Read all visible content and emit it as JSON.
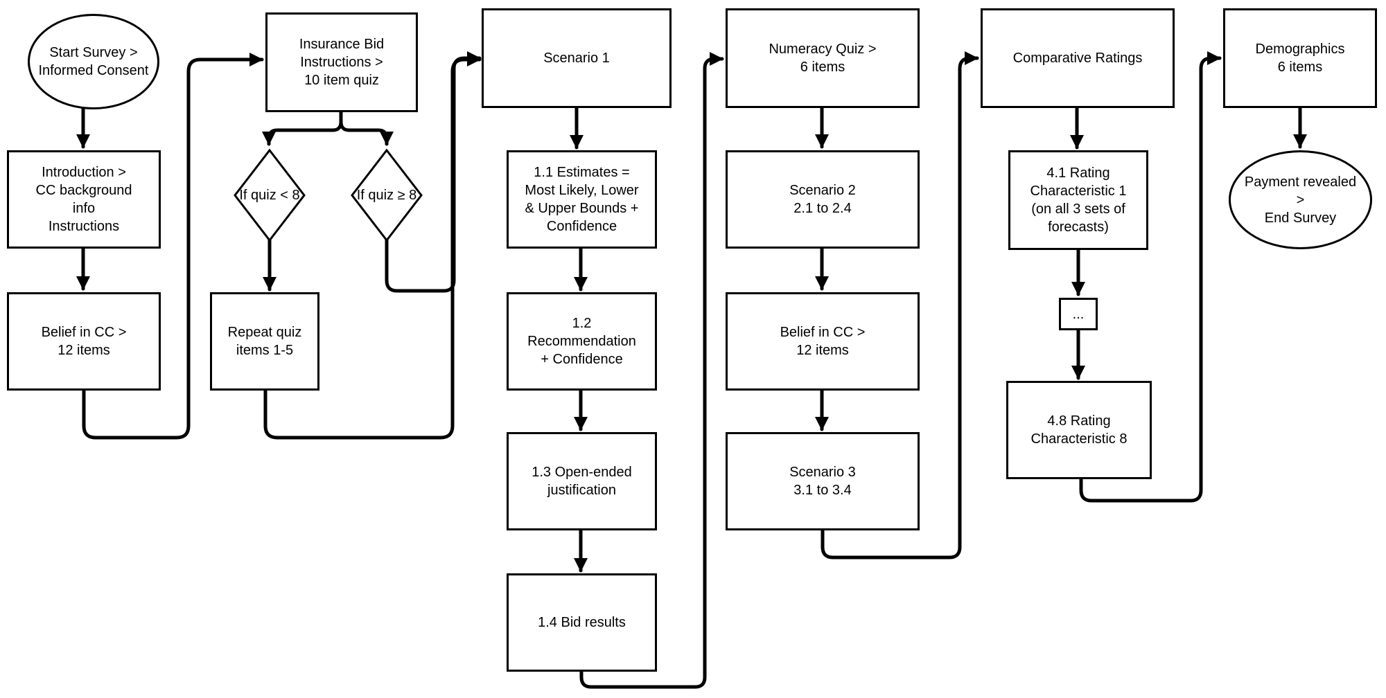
{
  "diagram": {
    "nodes": {
      "start": "Start Survey >\nInformed Consent",
      "intro": "Introduction >\nCC background\ninfo\nInstructions",
      "belief1": "Belief in CC >\n12 items",
      "insurance": "Insurance Bid\nInstructions >\n10 item quiz",
      "quiz_lt": "If quiz < 8",
      "quiz_ge": "If quiz ≥ 8",
      "repeat": "Repeat quiz\nitems 1-5",
      "scenario1": "Scenario 1",
      "s11": "1.1 Estimates =\nMost Likely, Lower\n& Upper Bounds +\nConfidence",
      "s12": "1.2\nRecommendation\n+ Confidence",
      "s13": "1.3 Open-ended\njustification",
      "s14": "1.4 Bid results",
      "numeracy": "Numeracy Quiz >\n6 items",
      "scenario2": "Scenario 2\n2.1 to 2.4",
      "belief2": "Belief in CC >\n12 items",
      "scenario3": "Scenario 3\n3.1 to 3.4",
      "comparative": "Comparative Ratings",
      "r41": "4.1 Rating\nCharacteristic 1\n(on all 3 sets of\nforecasts)",
      "ellipsis": "...",
      "r48": "4.8 Rating\nCharacteristic 8",
      "demographics": "Demographics\n6 items",
      "payment": "Payment revealed\n>\nEnd Survey"
    }
  }
}
